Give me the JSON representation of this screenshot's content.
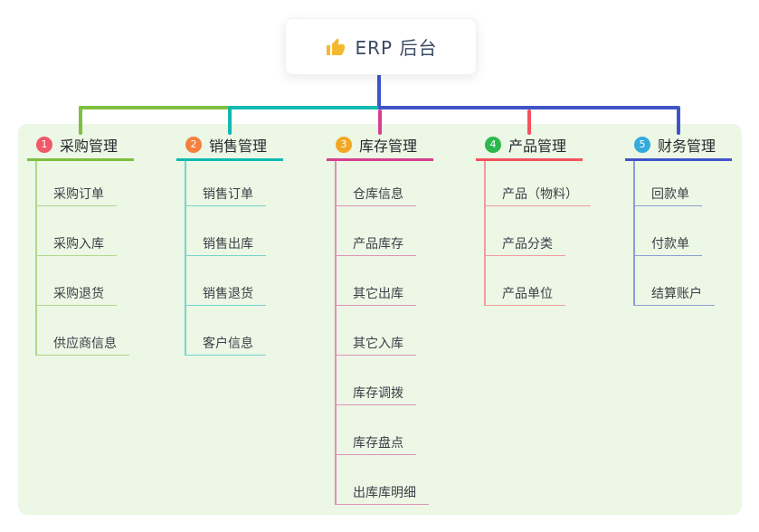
{
  "root": {
    "title": "ERP 后台",
    "icon": "thumbs-up-icon",
    "icon_color": "#f3ba2f"
  },
  "panel": {
    "background": "#ecf7e6"
  },
  "branches": [
    {
      "num": "1",
      "label": "采购管理",
      "badge_color": "#f0596a",
      "line_color": "#7fbf3f",
      "children": [
        "采购订单",
        "采购入库",
        "采购退货",
        "供应商信息"
      ]
    },
    {
      "num": "2",
      "label": "销售管理",
      "badge_color": "#f4813f",
      "line_color": "#10b9b0",
      "children": [
        "销售订单",
        "销售出库",
        "销售退货",
        "客户信息"
      ]
    },
    {
      "num": "3",
      "label": "库存管理",
      "badge_color": "#f0a826",
      "line_color": "#d6408f",
      "children": [
        "仓库信息",
        "产品库存",
        "其它出库",
        "其它入库",
        "库存调拨",
        "库存盘点",
        "出库库明细"
      ]
    },
    {
      "num": "4",
      "label": "产品管理",
      "badge_color": "#2cb84c",
      "line_color": "#f4525e",
      "children": [
        "产品（物料）",
        "产品分类",
        "产品单位"
      ]
    },
    {
      "num": "5",
      "label": "财务管理",
      "badge_color": "#35aadc",
      "line_color": "#4054c7",
      "children": [
        "回款单",
        "付款单",
        "结算账户"
      ]
    }
  ]
}
